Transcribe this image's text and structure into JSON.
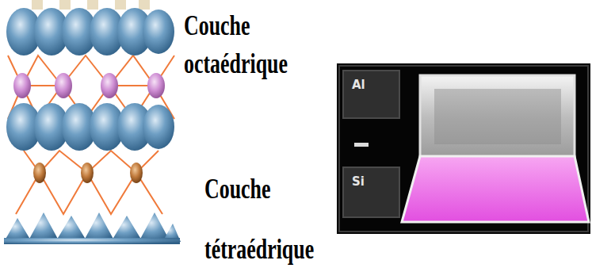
{
  "diagram": {
    "nodes": [
      {
        "text": [
          "Al"
        ]
      },
      {
        "text": [
          "Si"
        ]
      }
    ],
    "labels": [
      "Couche octaédrique",
      "Couche tétraédrique"
    ]
  }
}
